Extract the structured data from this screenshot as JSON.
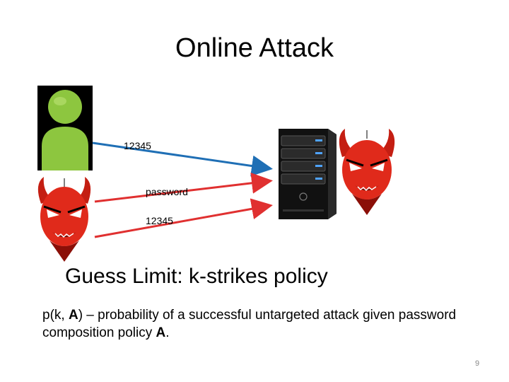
{
  "slide": {
    "title": "Online Attack",
    "page_number": "9"
  },
  "arrows": {
    "user_guess_label": "12345",
    "attacker_guess_1_label": "password",
    "attacker_guess_2_label": "12345",
    "user_arrow_color": "#1f6fb5",
    "attacker_arrow_color": "#e03030"
  },
  "heading": {
    "text": "Guess Limit: k-strikes policy"
  },
  "description": {
    "prefix": "p(k, ",
    "policy_symbol_1": "A",
    "middle": ") – probability of a successful untargeted attack given password composition policy ",
    "policy_symbol_2": "A",
    "suffix": "."
  },
  "icons": {
    "user": "user-icon",
    "attacker_left": "devil-icon",
    "attacker_right": "devil-icon",
    "server": "server-icon"
  },
  "colors": {
    "user_green": "#8dc63f",
    "devil_red": "#e02a1b",
    "server_black": "#111111"
  }
}
